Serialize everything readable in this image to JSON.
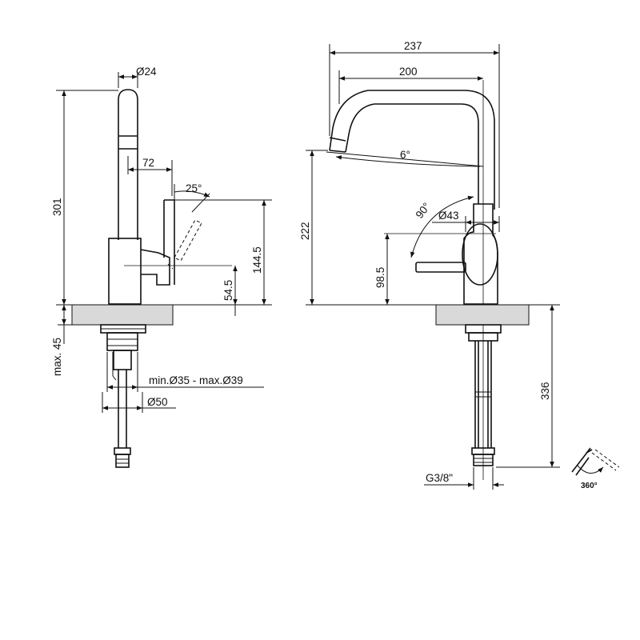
{
  "left_view": {
    "dia_top": "Ø24",
    "height_total": "301",
    "reach_72": "72",
    "angle_lever": "25°",
    "height_144": "144.5",
    "height_54": "54.5",
    "max_45": "max. 45",
    "hole": "min.Ø35 - max.Ø39",
    "dia_50": "Ø50"
  },
  "right_view": {
    "width_237": "237",
    "width_200": "200",
    "angle_spout": "6°",
    "height_222": "222",
    "angle_90": "90°",
    "dia_43": "Ø43",
    "height_98": "98.5",
    "length_336": "336",
    "thread": "G3/8\""
  },
  "rotation_icon": {
    "label": "360°"
  }
}
